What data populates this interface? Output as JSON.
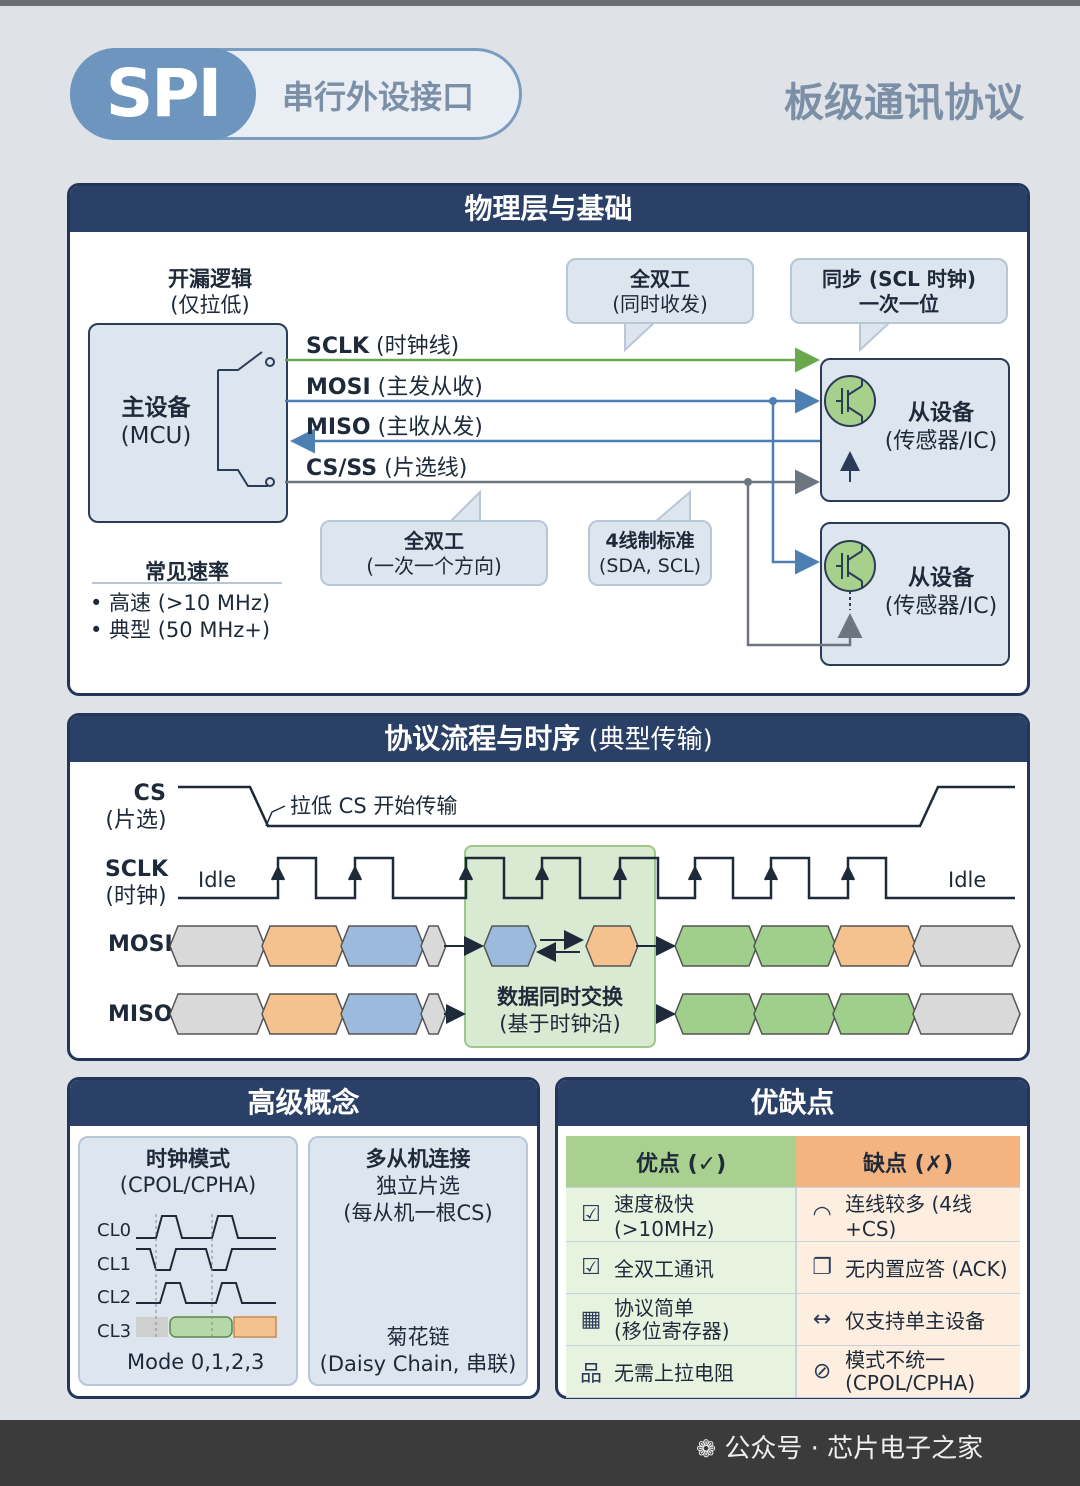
{
  "header": {
    "badge": "SPI",
    "subtitle": "串行外设接口",
    "right_title": "板级通讯协议"
  },
  "physical": {
    "title": "物理层与基础",
    "open_drain": [
      "开漏逻辑",
      "(仅拉低)"
    ],
    "master": [
      "主设备",
      "(MCU)"
    ],
    "slave": [
      "从设备",
      "(传感器/IC)"
    ],
    "signals": [
      {
        "name": "SCLK",
        "desc": " (时钟线)"
      },
      {
        "name": "MOSI",
        "desc": " (主发从收)"
      },
      {
        "name": "MISO",
        "desc": " (主收从发)"
      },
      {
        "name": "CS/SS",
        "desc": " (片选线)"
      }
    ],
    "bubble_full_duplex_top": [
      "全双工",
      "(同时收发)"
    ],
    "bubble_sync": [
      "同步 (SCL 时钟)",
      "一次一位"
    ],
    "bubble_full_duplex_bottom": [
      "全双工",
      "(一次一个方向)"
    ],
    "bubble_4wire": [
      "4线制标准",
      "(SDA, SCL)"
    ],
    "rates_title": "常见速率",
    "rates": [
      "• 高速 (>10 MHz)",
      "• 典型 (50 MHz+)"
    ]
  },
  "timing": {
    "title": "协议流程与时序",
    "title_note": " (典型传输)",
    "cs_label": [
      "CS",
      "(片选)"
    ],
    "sclk_label": [
      "SCLK",
      "(时钟)"
    ],
    "mosi_label": "MOSI",
    "miso_label": "MISO",
    "cs_note": "拉低 CS 开始传输",
    "idle": "Idle",
    "exchange": [
      "数据同时交换",
      "(基于时钟沿)"
    ]
  },
  "advanced": {
    "title": "高级概念",
    "clock_modes_title": [
      "时钟模式",
      "(CPOL/CPHA)"
    ],
    "modes": [
      "CL0",
      "CL1",
      "CL2",
      "CL3"
    ],
    "modes_footer": "Mode 0,1,2,3",
    "multi_title": "多从机连接",
    "multi_sub": [
      "独立片选",
      "(每从机一根CS)"
    ],
    "daisy": [
      "菊花链",
      "(Daisy Chain, 串联)"
    ]
  },
  "proscons": {
    "title": "优缺点",
    "pros_head": "优点 (✓)",
    "cons_head": "缺点 (✗)",
    "rows": [
      {
        "pro_icon": "check-icon",
        "pro": "速度极快 (>10MHz)",
        "con_icon": "gauge-icon",
        "con": "连线较多 (4线+CS)"
      },
      {
        "pro_icon": "check-icon",
        "pro": "全双工通讯",
        "con_icon": "copy-icon",
        "con": "无内置应答 (ACK)"
      },
      {
        "pro_icon": "chip-icon",
        "pro": "协议简单\n(移位寄存器)",
        "con_icon": "double-arrow-icon",
        "con": "仅支持单主设备"
      },
      {
        "pro_icon": "network-icon",
        "pro": "无需上拉电阻",
        "con_icon": "prohibit-icon",
        "con": "模式不统一\n(CPOL/CPHA)"
      }
    ]
  },
  "watermark": "公众号 · 芯片电子之家",
  "colors": {
    "navy": "#2b4066",
    "orange": "#f5c28f",
    "blue": "#9cbbdc",
    "green": "#9fcf8a",
    "gray": "#d9d9d9"
  }
}
